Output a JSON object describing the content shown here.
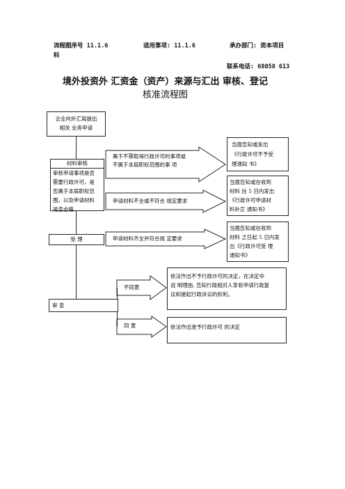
{
  "header": {
    "flow_no": "流程图序号  11.1.6",
    "item": "适用事项: 11.1.6",
    "dept": "承办部门: 资本项目",
    "dept_cont": "科",
    "phone": "联系电话: 68058  613"
  },
  "title": "境外投资外   汇资金（资产）来源与汇出   审核、登记",
  "subtitle": "核准流程图",
  "boxes": {
    "apply": "企业向外汇局提出\n相关  业务申请",
    "review_title": "材料审核",
    "review_body": "审核申请事项是否\n需要行政许可，是\n否属于本局职权范\n围，以及申请材料\n是否合格",
    "accept": "受        理",
    "examine": "审  查",
    "notify_reject": "当面告知或发出\n《行政许可不予受\n理通知   书》",
    "notify_supplement": "当面告知或在收到\n材料   后 5 日内发出\n《行政许可申请材\n料补正  通知书》",
    "notify_accept": "当面告知或在收到\n材料  之日起 5 日内发\n出《行政许可受    理\n通知书》",
    "decision_deny": "依法作出不予行政许可的决定，在决定中\n说  明理由, 告知行政相对人享有申请行政复\n议和提起行政诉讼的权利。",
    "decision_grant": "依法作出准予行政许可  的决定"
  },
  "arrows": {
    "not_required": "属于不需取得行政许可的事项或\n不属于本局职权范围的事  项",
    "incomplete": "申请材料不全或不符合  规定要求",
    "complete": "申请材料齐全并符合规  定要求",
    "disagree": "不同意",
    "agree": "同    意"
  }
}
